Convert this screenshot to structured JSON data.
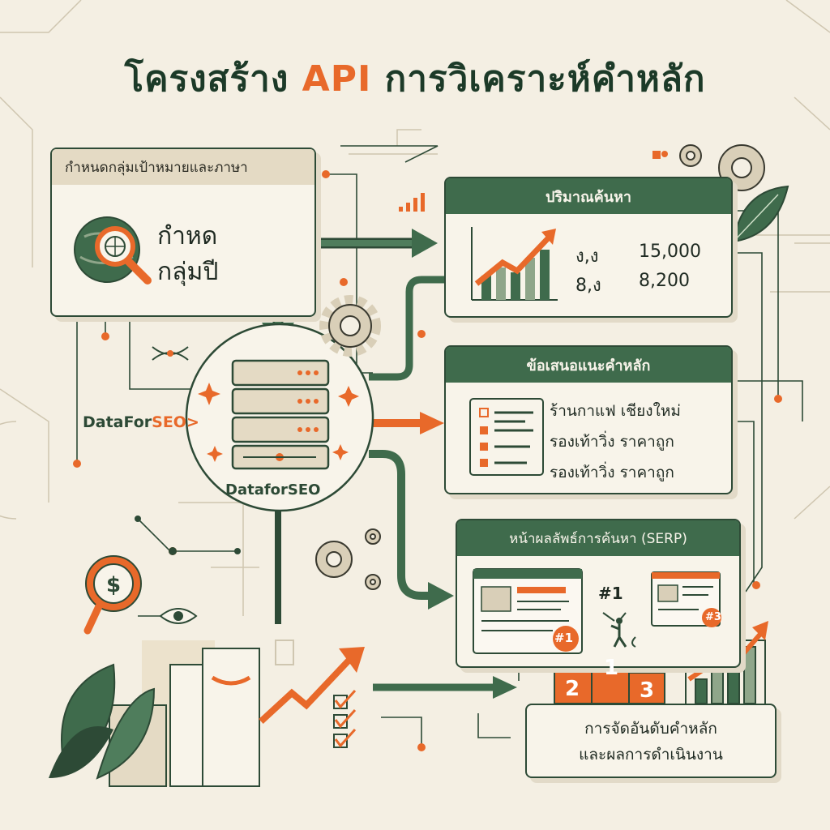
{
  "title": {
    "prefix": "โครงสร้าง",
    "accent": "API",
    "suffix": "การวิเคราะห์คำหลัก"
  },
  "target_box": {
    "header": "กำหนดกลุ่มเป้าหมายและภาษา",
    "line1": "กำหด",
    "line2": "กลุ่มปี"
  },
  "brand": {
    "left_prefix": "DataFor",
    "left_accent": "SEO",
    "left_arrow": ">",
    "hub_label": "DataforSEO"
  },
  "volume_box": {
    "header": "ปริมาณค้นหา",
    "rows": [
      {
        "label": "ง,ง",
        "value": "15,000"
      },
      {
        "label": "8,ง",
        "value": "8,200"
      }
    ]
  },
  "suggest_box": {
    "header": "ข้อเสนอแนะคำหลัก",
    "items": [
      "ร้านกาแฟ เชียงใหม่",
      "รองเท้าวิ่ง ราคาถูก",
      "รองเท้าวิ่ง ราคาถูก"
    ]
  },
  "serp_box": {
    "header": "หน้าผลลัพธ์การค้นหา (SERP)",
    "rank_a": "#1",
    "rank_b": "#1",
    "rank_c": "#3"
  },
  "podium": [
    "2",
    "1",
    "3"
  ],
  "ranking_box": {
    "line1": "การจัดอันดับคำหลัก",
    "line2": "และผลการดำเนินงาน"
  },
  "colors": {
    "green": "#3f6b4c",
    "dark_green": "#2d4a36",
    "orange": "#e8692a",
    "cream": "#f4efe3",
    "tan": "#e4dac4"
  }
}
